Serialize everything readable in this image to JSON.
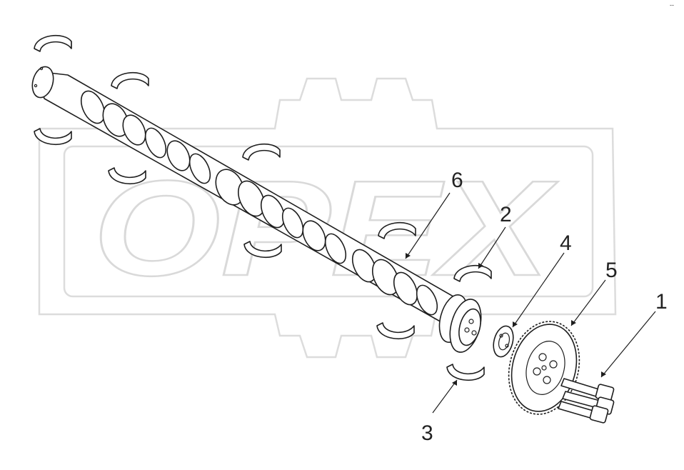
{
  "watermark": {
    "text": "OPEX"
  },
  "callouts": [
    {
      "id": "1",
      "label": "1"
    },
    {
      "id": "2",
      "label": "2"
    },
    {
      "id": "3",
      "label": "3"
    },
    {
      "id": "4",
      "label": "4"
    },
    {
      "id": "5",
      "label": "5"
    },
    {
      "id": "6",
      "label": "6"
    }
  ],
  "corner_mark": {
    "text": "--"
  }
}
